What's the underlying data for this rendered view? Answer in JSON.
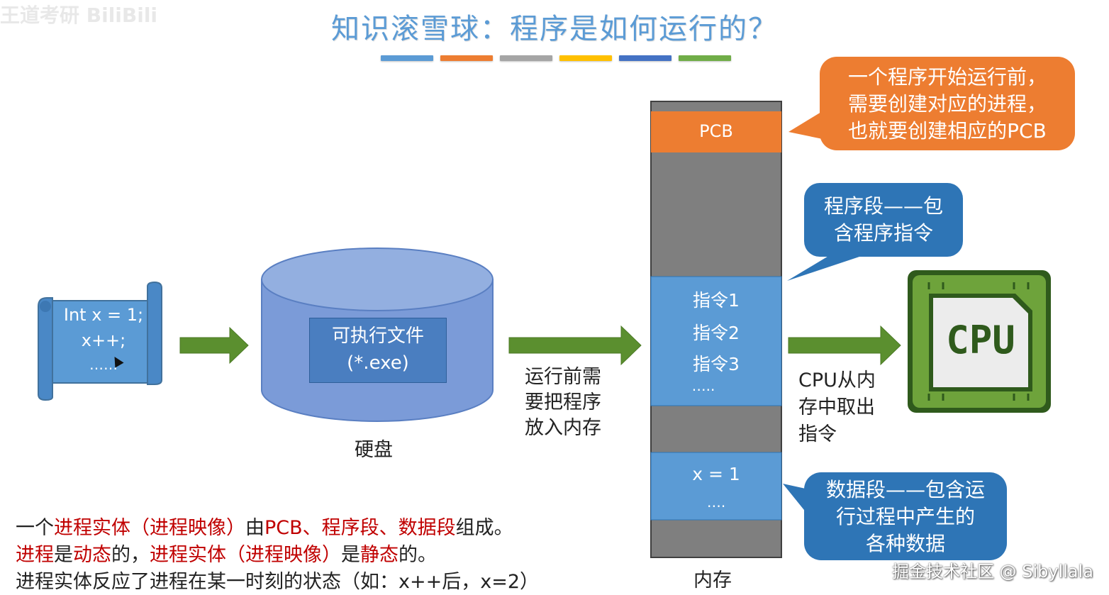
{
  "header": {
    "title": "知识滚雪球：程序是如何运行的？",
    "watermark": "王道考研 BiliBili",
    "bar_colors": [
      "#5b9bd5",
      "#ed7d31",
      "#a5a5a5",
      "#ffc000",
      "#4472c4",
      "#70ad47"
    ]
  },
  "code_scroll": {
    "line1": "Int x = 1;",
    "line2": "x++;",
    "line3": "……"
  },
  "disk": {
    "file_line1": "可执行文件",
    "file_line2": "(*.exe)",
    "label": "硬盘"
  },
  "load_arrow": {
    "line1": "运行前需",
    "line2": "要把程序",
    "line3": "放入内存"
  },
  "memory": {
    "pcb": "PCB",
    "instr1": "指令1",
    "instr2": "指令2",
    "instr3": "指令3",
    "instr_more": "…..",
    "data1": "x = 1",
    "data_more": "….",
    "label": "内存"
  },
  "fetch_arrow": {
    "line1": "CPU从内",
    "line2": "存中取出",
    "line3": "指令"
  },
  "cpu": {
    "label": "CPU"
  },
  "callouts": {
    "pcb": [
      "一个程序开始运行前，",
      "需要创建对应的进程，",
      "也就要创建相应的PCB"
    ],
    "code": [
      "程序段——包",
      "含程序指令"
    ],
    "data": [
      "数据段——包含运",
      "行过程中产生的",
      "各种数据"
    ]
  },
  "bottom": {
    "l1_a": "一个",
    "l1_b": "进程实体（进程映像）",
    "l1_c": "由",
    "l1_d": "PCB、程序段、数据段",
    "l1_e": "组成。",
    "l2_a": "进程",
    "l2_b": "是",
    "l2_c": "动态",
    "l2_d": "的，",
    "l2_e": "进程实体（进程映像）",
    "l2_f": "是",
    "l2_g": "静态",
    "l2_h": "的。",
    "l3": "进程实体反应了进程在某一时刻的状态（如：x++后，x=2）"
  },
  "watermark_br": "掘金技术社区 @ Sibyllala",
  "colors": {
    "blue": "#5b9bd5",
    "blue_dark": "#2e75b6",
    "orange": "#ed7d31",
    "green_arrow": "#5b8f2f",
    "memory_gray": "#7f7f7f",
    "highlight_red": "#c00000"
  }
}
